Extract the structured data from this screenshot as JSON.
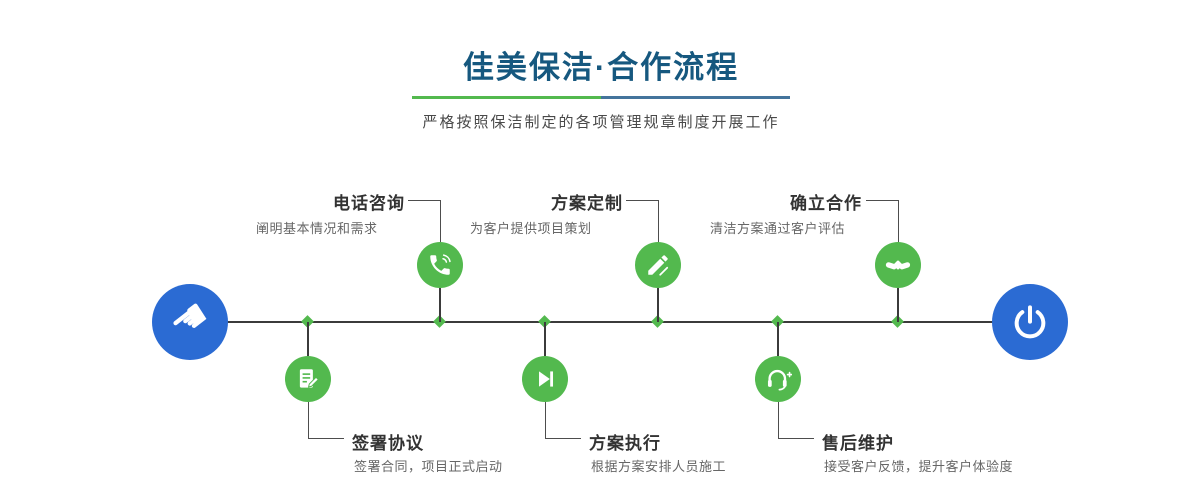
{
  "header": {
    "title": "佳美保洁·合作流程",
    "subtitle": "严格按照保洁制定的各项管理规章制度开展工作"
  },
  "steps_top": [
    {
      "title": "电话咨询",
      "desc": "阐明基本情况和需求",
      "icon": "phone-icon"
    },
    {
      "title": "方案定制",
      "desc": "为客户提供项目策划",
      "icon": "pencil-icon"
    },
    {
      "title": "确立合作",
      "desc": "清洁方案通过客户评估",
      "icon": "handshake-icon"
    }
  ],
  "steps_bottom": [
    {
      "title": "签署协议",
      "desc": "签署合同，项目正式启动",
      "icon": "document-pen-icon"
    },
    {
      "title": "方案执行",
      "desc": "根据方案安排人员施工",
      "icon": "play-icon"
    },
    {
      "title": "售后维护",
      "desc": "接受客户反馈，提升客户体验度",
      "icon": "headset-icon"
    }
  ],
  "terminals": {
    "start_icon": "pointing-hand-icon",
    "end_icon": "power-icon",
    "start_glyph": "☚"
  },
  "colors": {
    "green": "#53b94e",
    "blue": "#2b6bd3",
    "title_blue": "#16587f"
  }
}
